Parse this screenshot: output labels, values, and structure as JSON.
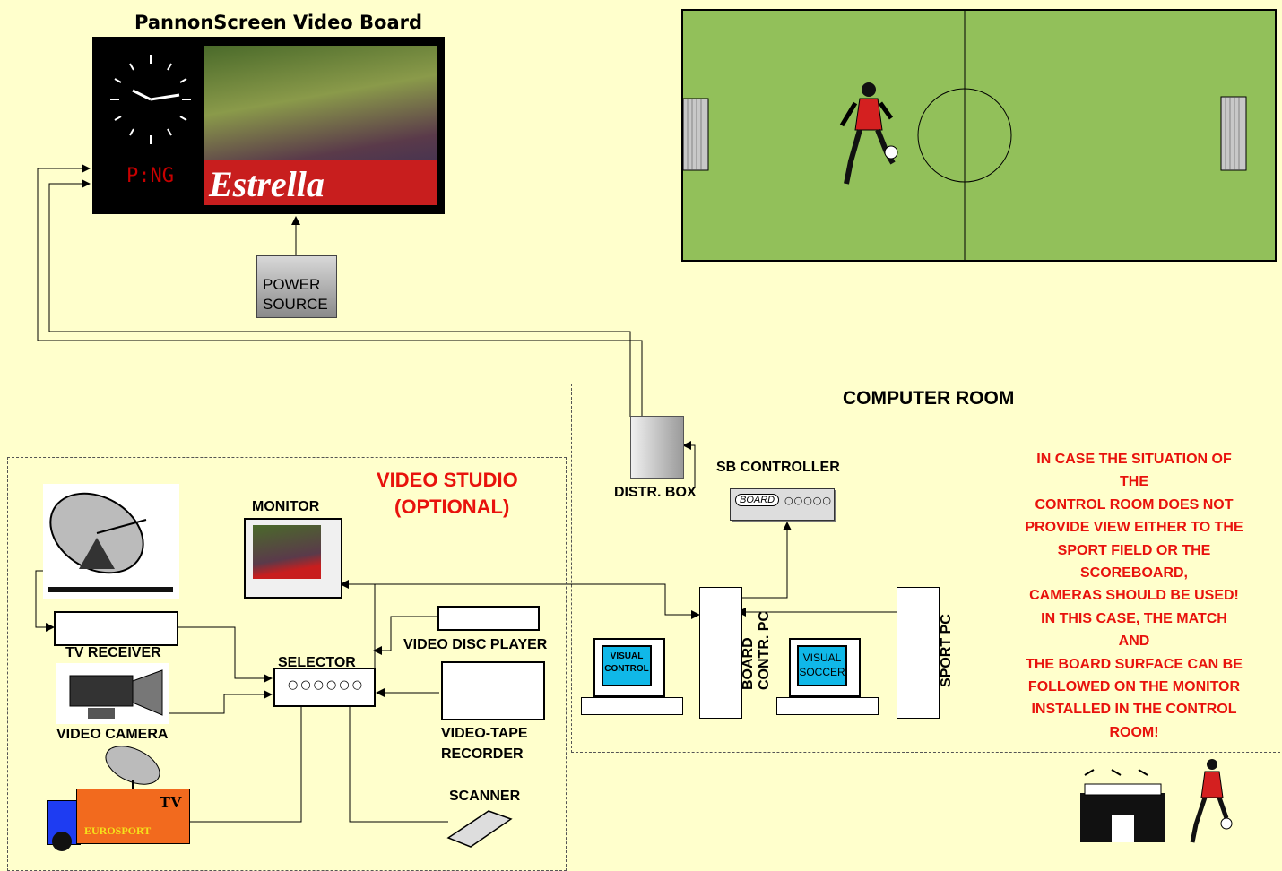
{
  "board": {
    "title": "PannonScreen Video Board",
    "digits": "P:NG",
    "ad_text": "Estrella"
  },
  "labels": {
    "power_source_line1": "POWER",
    "power_source_line2": "SOURCE",
    "computer_room": "COMPUTER ROOM",
    "video_studio_line1": "VIDEO STUDIO",
    "video_studio_line2": "(OPTIONAL)",
    "distr_box": "DISTR. BOX",
    "sb_controller": "SB CONTROLLER",
    "sb_tag": "BOARD",
    "monitor": "MONITOR",
    "tv_receiver": "TV RECEIVER",
    "selector": "SELECTOR",
    "video_disc_player": "VIDEO DISC PLAYER",
    "video_camera": "VIDEO CAMERA",
    "vtr_line1": "VIDEO-TAPE",
    "vtr_line2": "RECORDER",
    "scanner": "SCANNER",
    "board_pc_line1": "BOARD",
    "board_pc_line2": "CONTR. PC",
    "sport_pc": "SPORT PC",
    "screen1_line1": "VISUAL",
    "screen1_line2": "CONTROL",
    "screen2_line1": "VISUAL",
    "screen2_line2": "SOCCER",
    "truck_tv": "TV",
    "truck_brand": "EUROSPORT"
  },
  "notice": [
    "IN CASE THE SITUATION OF",
    "THE",
    "CONTROL ROOM DOES NOT",
    "PROVIDE VIEW EITHER TO THE",
    "SPORT FIELD OR THE",
    "SCOREBOARD,",
    "CAMERAS SHOULD BE USED!",
    "IN THIS CASE, THE MATCH",
    "AND",
    "THE BOARD SURFACE CAN BE",
    "FOLLOWED ON THE MONITOR",
    "INSTALLED IN THE CONTROL",
    "ROOM!"
  ],
  "colors": {
    "background": "#FFFFCC",
    "field": "#92C05A",
    "notice_text": "#E8120C",
    "screen": "#10B8E8",
    "truck": "#F26A1E",
    "truck_cab": "#1E3CF2"
  }
}
